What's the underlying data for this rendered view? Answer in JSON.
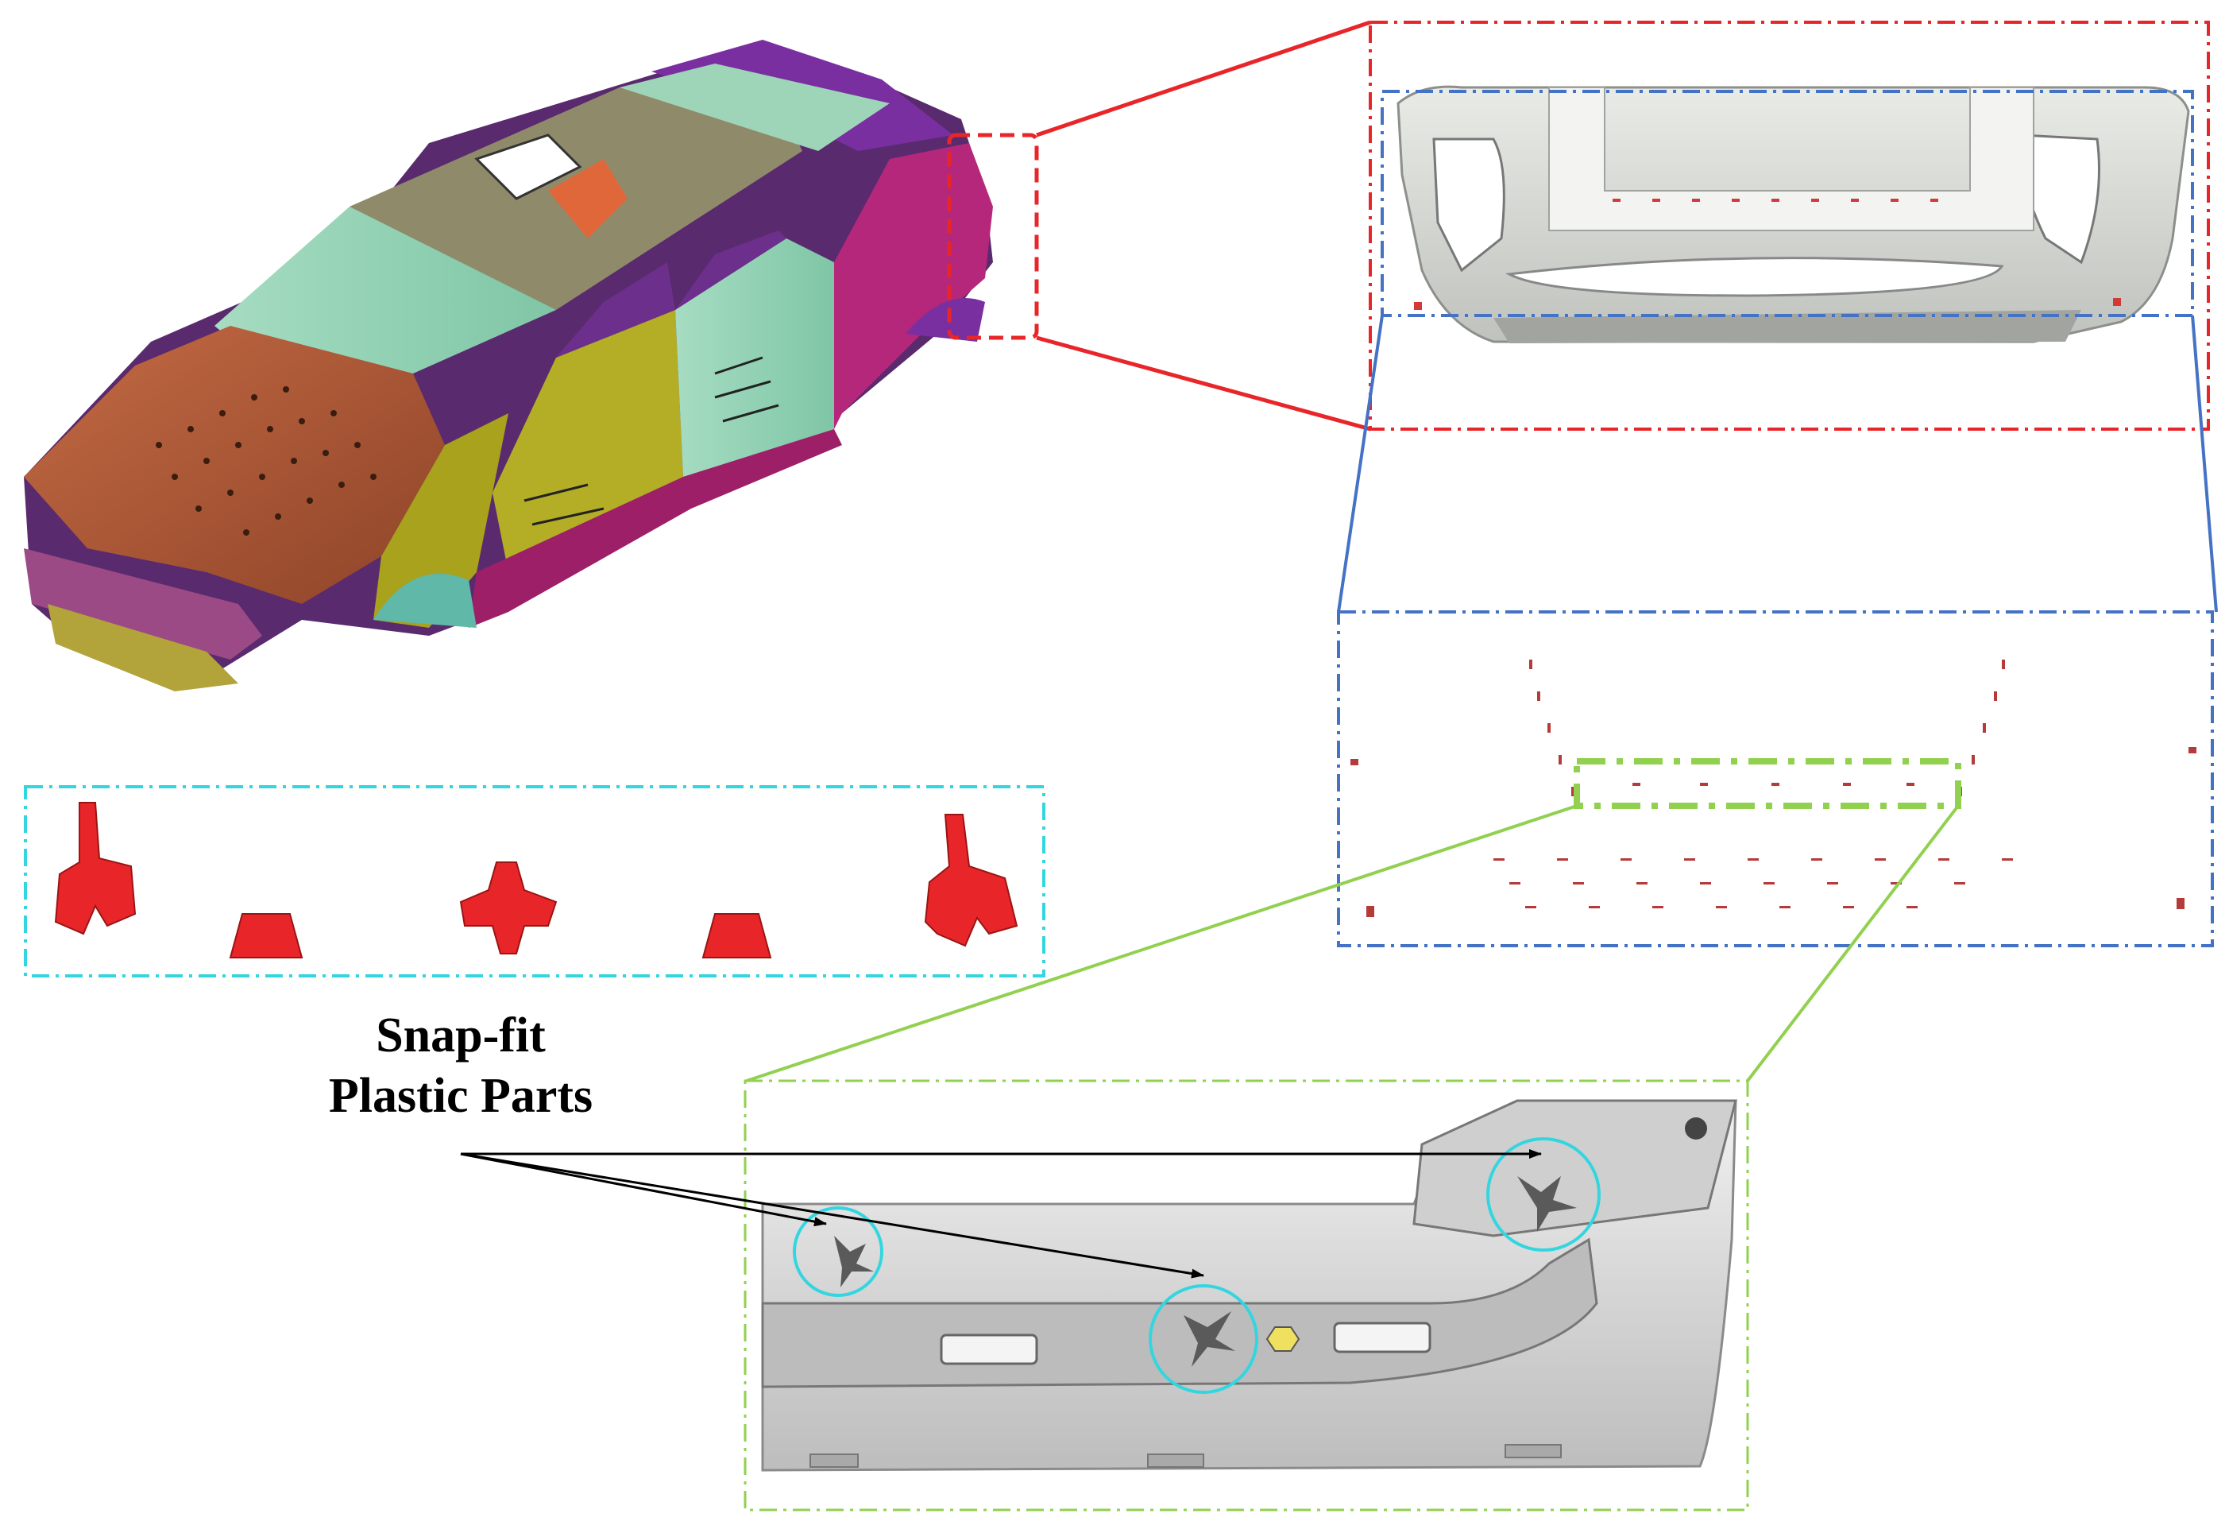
{
  "annotation": {
    "line1": "Snap-fit",
    "line2": "Plastic Parts"
  },
  "colors": {
    "red_callout": "#e8262a",
    "blue_callout": "#4472c4",
    "green_callout": "#92d050",
    "cyan_callout": "#33d6e0",
    "part_red": "#e8262a",
    "hood": "#b35a3a",
    "roof_panel": "#8f8b6a",
    "door_green": "#8ecfb1",
    "body_magenta": "#b5277a",
    "fender_yellow": "#a8a21c",
    "body_purple": "#7a2fa0",
    "bumper_gray": "#d9dbd6"
  },
  "icons": {
    "vehicle": "car-body-model",
    "bumper": "front-bumper-model",
    "clips": "snap-fit-clip",
    "circles": "highlight-circle"
  }
}
